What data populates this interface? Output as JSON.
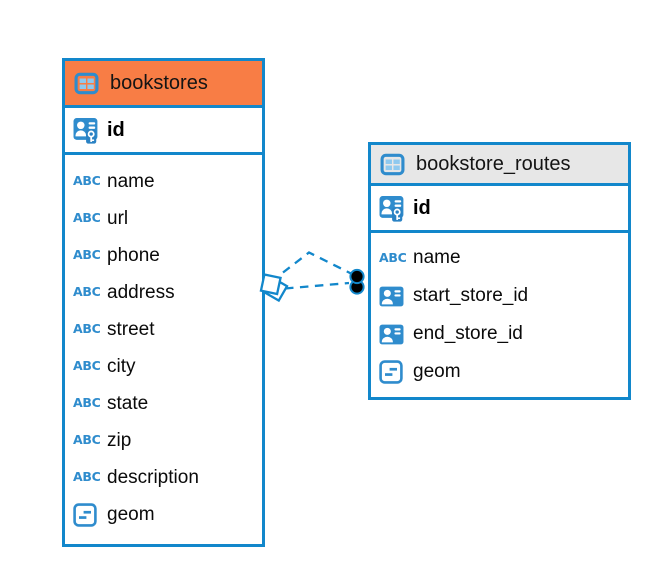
{
  "colors": {
    "accent_blue": "#1287cb",
    "icon_blue": "#2f8ccd",
    "icon_cell_blue": "#8ec9ef",
    "header_orange": "#f87d45",
    "header_gray": "#e7e7e7",
    "relation_dot_black": "#000000",
    "background": "#ffffff",
    "text": "#0a0a0a"
  },
  "icons": {
    "text_type_glyph": "ABC"
  },
  "tables": [
    {
      "title": "bookstores",
      "header_style": "orange",
      "pk_field": "id",
      "fields": [
        "name",
        "url",
        "phone",
        "address",
        "street",
        "city",
        "state",
        "zip",
        "description",
        "geom"
      ],
      "field_types": [
        "text",
        "text",
        "text",
        "text",
        "text",
        "text",
        "text",
        "text",
        "text",
        "geometry"
      ]
    },
    {
      "title": "bookstore_routes",
      "header_style": "gray",
      "pk_field": "id",
      "fields": [
        "name",
        "start_store_id",
        "end_store_id",
        "geom"
      ],
      "field_types": [
        "text",
        "reference",
        "reference",
        "geometry"
      ]
    }
  ],
  "relation": {
    "source_table": "bookstores",
    "target_table": "bookstore_routes",
    "lines": 2,
    "line_style": "dashed",
    "source_marker": "diamond",
    "target_marker": "dot"
  }
}
